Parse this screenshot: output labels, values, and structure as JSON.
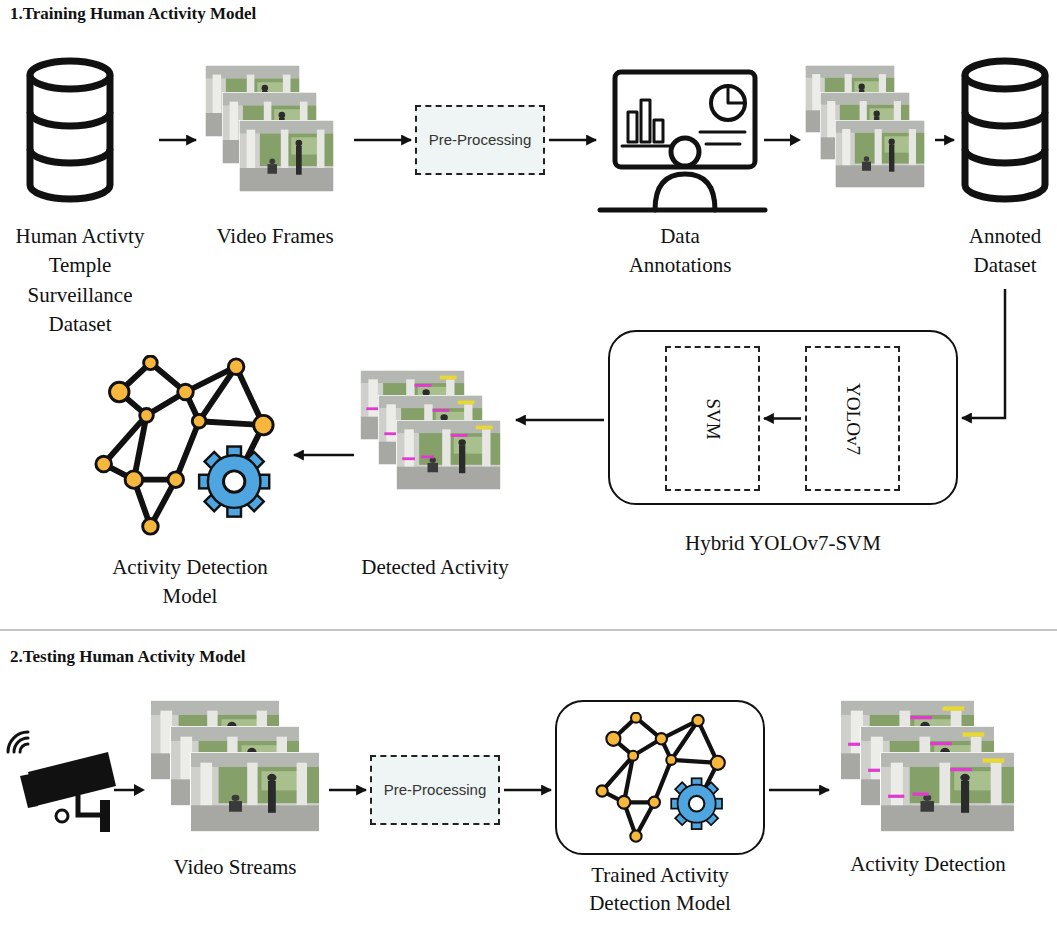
{
  "diagram": {
    "nodes": [
      {
        "text": [
          "Human Activty Temple Surveillance Dataset"
        ]
      },
      {
        "text": [
          "Video Frames"
        ]
      },
      {
        "text": [
          "Pre-Processing"
        ]
      },
      {
        "text": [
          "Data Annotations"
        ]
      },
      {
        "text": [
          "Annoted Dataset"
        ]
      },
      {
        "text": [
          "Hybrid YOLOv7-SVM"
        ]
      },
      {
        "text": [
          "SVM"
        ],
        "in": 5
      },
      {
        "text": [
          "YOLOv7"
        ],
        "in": 5
      },
      {
        "text": [
          "Detected Activity"
        ]
      },
      {
        "text": [
          "Activity Detection Model"
        ]
      },
      {
        "text": [
          "Video Streams"
        ]
      },
      {
        "text": [
          "Pre-Processing"
        ]
      },
      {
        "text": [
          "Trained Activity Detection Model"
        ]
      },
      {
        "text": [
          "Activity Detection"
        ]
      }
    ],
    "edges": [
      {
        "from": 0,
        "to": 1,
        "arrow": "to"
      },
      {
        "from": 1,
        "to": 2,
        "arrow": "to"
      },
      {
        "from": 2,
        "to": 3,
        "arrow": "to"
      },
      {
        "from": 3,
        "to": 4,
        "arrow": "to"
      },
      {
        "from": 4,
        "to": 5,
        "arrow": "to"
      },
      {
        "from": 7,
        "to": 6,
        "arrow": "to"
      },
      {
        "from": 5,
        "to": 8,
        "arrow": "to"
      },
      {
        "from": 8,
        "to": 9,
        "arrow": "to"
      },
      {
        "from": 10,
        "to": 11,
        "arrow": "to"
      },
      {
        "from": 11,
        "to": 12,
        "arrow": "to"
      },
      {
        "from": 12,
        "to": 13,
        "arrow": "to"
      }
    ],
    "labels": [
      "1.Training Human Activity Model",
      "2.Testing Human Activity Model"
    ]
  }
}
